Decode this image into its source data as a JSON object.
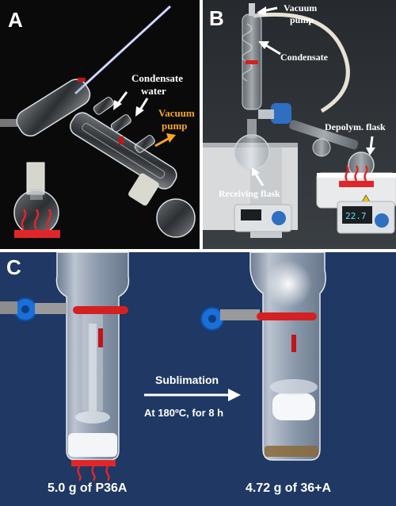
{
  "panels": {
    "a": {
      "label": "A",
      "condensate": "Condensate",
      "water": "water",
      "vacuum": "Vacuum",
      "pump": "pump"
    },
    "b": {
      "label": "B",
      "vacuum": "Vacuum",
      "pump": "pump",
      "condensate": "Condensate",
      "receiving": "Receiving flask",
      "depolym": "Depolym. flask"
    },
    "c": {
      "label": "C",
      "process": "Sublimation",
      "conditions": "At 180ºC, for 8 h",
      "left_caption": "5.0 g of P36A",
      "right_caption": "4.72 g of 36+A"
    }
  },
  "colors": {
    "panel_a_bg": "#0a0a0a",
    "panel_b_bg": "#101214",
    "panel_c_bg": "#1f3864",
    "heater_red": "#e0262a",
    "vacuum_arrow": "#f5a623",
    "clamp_blue": "#1a6fd8",
    "clamp_red": "#d42020"
  }
}
